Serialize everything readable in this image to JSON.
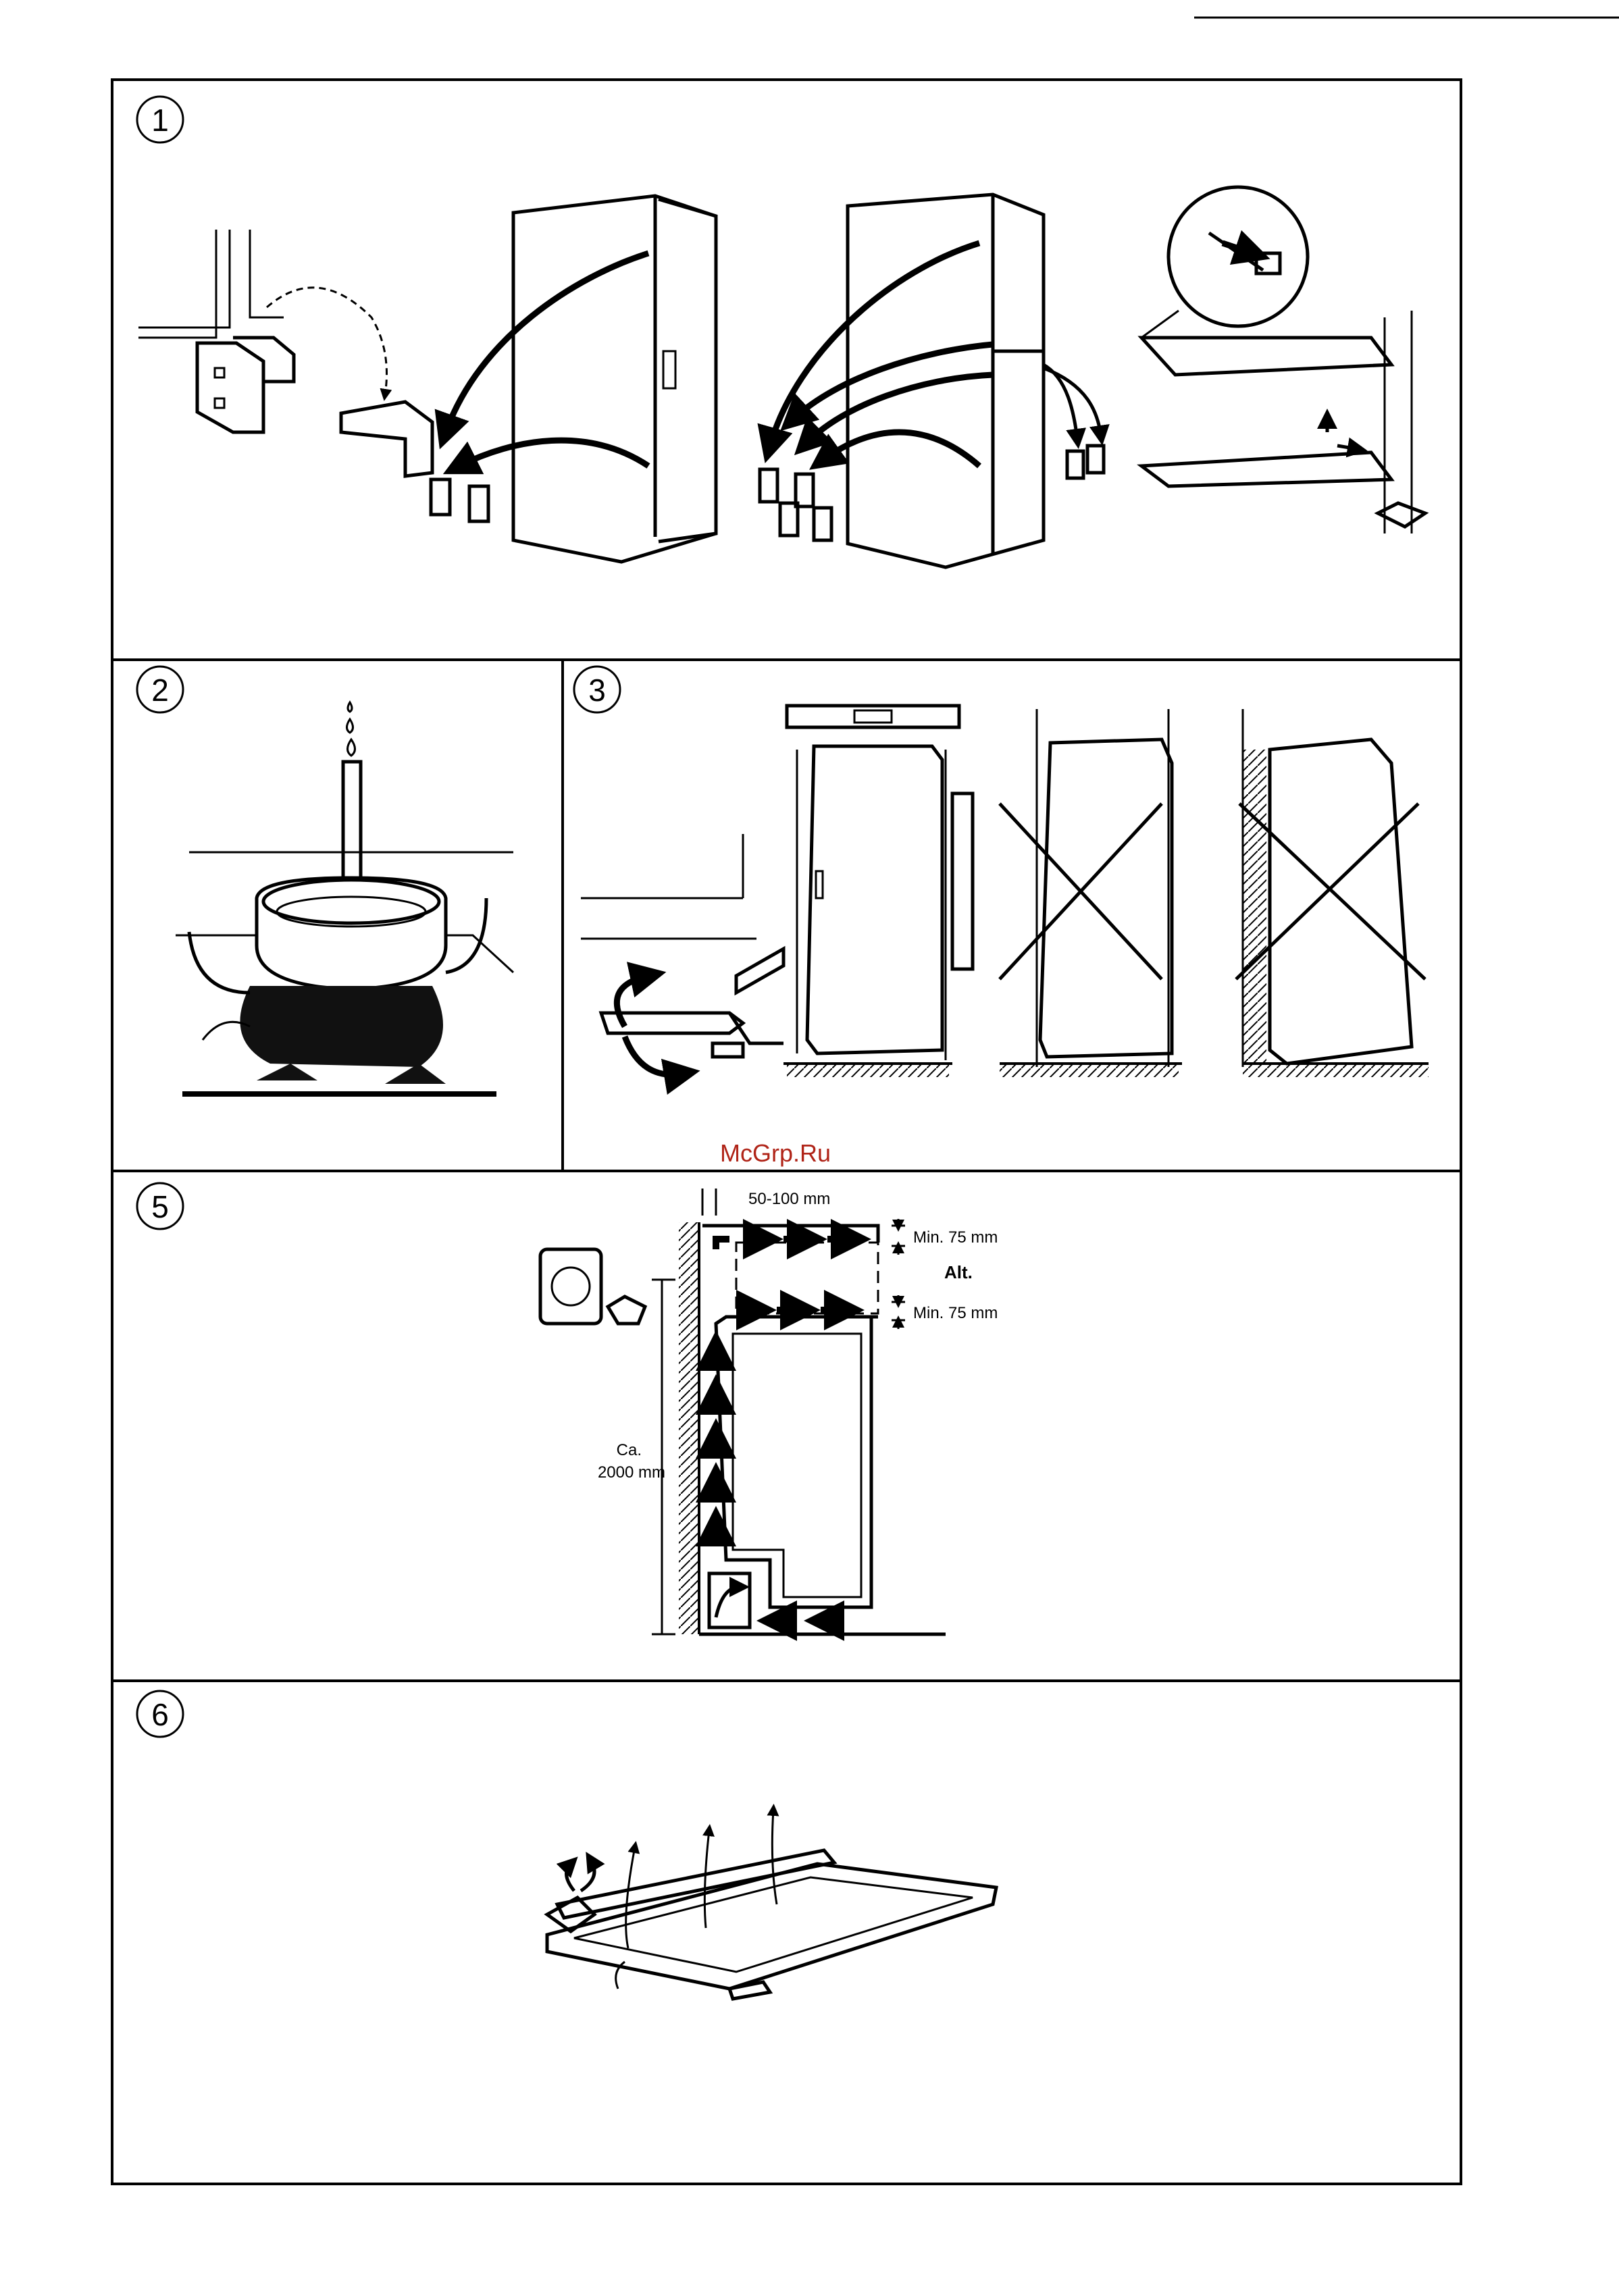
{
  "panels": {
    "p1": {
      "number": "1"
    },
    "p2": {
      "number": "2"
    },
    "p3": {
      "number": "3"
    },
    "p5": {
      "number": "5"
    },
    "p6": {
      "number": "6"
    }
  },
  "watermark": "McGrp.Ru",
  "ventilation": {
    "gap_label": "50-100 mm",
    "top_clearance": "Min. 75 mm",
    "alt_label": "Alt.",
    "lower_clearance": "Min. 75 mm",
    "height_prefix": "Ca.",
    "height_value": "2000 mm"
  }
}
